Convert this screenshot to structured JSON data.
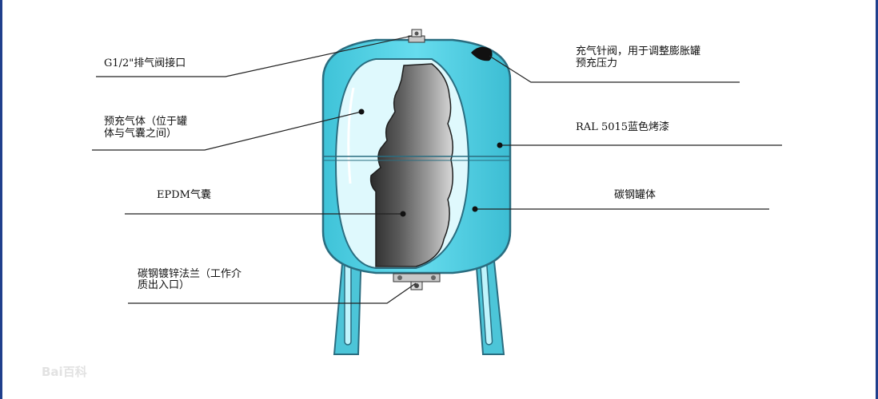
{
  "labels": {
    "exhaust_valve": "G1/2\"排气阀接口",
    "precharge_gas_line1": "预充气体（位于罐",
    "precharge_gas_line2": "体与气囊之间）",
    "epdm_bladder": "EPDM气囊",
    "flange_line1": "碳钢镀锌法兰（工作介",
    "flange_line2": "质出入口）",
    "charge_valve_line1": "充气针阀，用于调整膨胀罐",
    "charge_valve_line2": "预充压力",
    "paint": "RAL 5015蓝色烤漆",
    "tank_body": "碳钢罐体"
  },
  "watermark": "Bai百科",
  "colors": {
    "tank_blue": "#5fd8ea",
    "tank_blue_light": "#a9f0fb",
    "tank_outline": "#2a6d80",
    "bladder_dark": "#3e3e3e",
    "bladder_mid": "#8a8a8a",
    "bladder_light": "#c8c8c8",
    "leg_color": "#4cc5d8",
    "frame_blue": "#1f3f8c",
    "leader_line": "#222222"
  }
}
